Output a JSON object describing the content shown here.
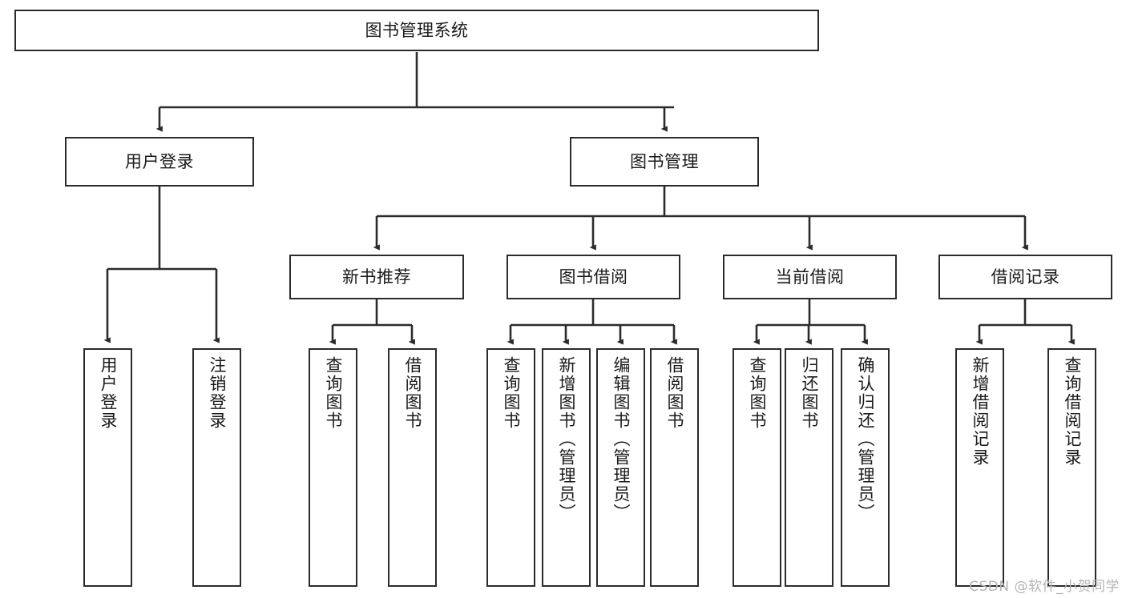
{
  "diagram": {
    "title": "图书管理系统",
    "type": "tree-hierarchy",
    "watermark": "CSDN @软件_小贺同学",
    "colors": {
      "box_stroke": "#2b2b2b",
      "box_fill": "#ffffff",
      "edge": "#2b2b2b",
      "text": "#1a1a1a",
      "watermark": "#b4b4b4",
      "background": "#ffffff"
    },
    "nodes": {
      "root": {
        "label": "图书管理系统"
      },
      "level1": [
        {
          "id": "user-login",
          "label": "用户登录"
        },
        {
          "id": "book-manage",
          "label": "图书管理"
        }
      ],
      "level2": [
        {
          "id": "new-book-recommend",
          "label": "新书推荐"
        },
        {
          "id": "book-borrow",
          "label": "图书借阅"
        },
        {
          "id": "current-borrow",
          "label": "当前借阅"
        },
        {
          "id": "borrow-record",
          "label": "借阅记录"
        }
      ],
      "leaves": {
        "user_login": [
          {
            "id": "leaf-user-login",
            "label": "用户登录"
          },
          {
            "id": "leaf-logout-login",
            "label": "注销登录"
          }
        ],
        "new_book_recommend": [
          {
            "id": "leaf-query-book-1",
            "label": "查询图书"
          },
          {
            "id": "leaf-borrow-book-1",
            "label": "借阅图书"
          }
        ],
        "book_borrow": [
          {
            "id": "leaf-query-book-2",
            "label": "查询图书"
          },
          {
            "id": "leaf-add-book",
            "label": "新增图书（管理员）"
          },
          {
            "id": "leaf-edit-book",
            "label": "编辑图书（管理员）"
          },
          {
            "id": "leaf-borrow-book-2",
            "label": "借阅图书"
          }
        ],
        "current_borrow": [
          {
            "id": "leaf-query-book-3",
            "label": "查询图书"
          },
          {
            "id": "leaf-return-book",
            "label": "归还图书"
          },
          {
            "id": "leaf-confirm-return",
            "label": "确认归还（管理员）"
          }
        ],
        "borrow_record": [
          {
            "id": "leaf-add-record",
            "label": "新增借阅记录"
          },
          {
            "id": "leaf-query-record",
            "label": "查询借阅记录"
          }
        ]
      }
    }
  }
}
